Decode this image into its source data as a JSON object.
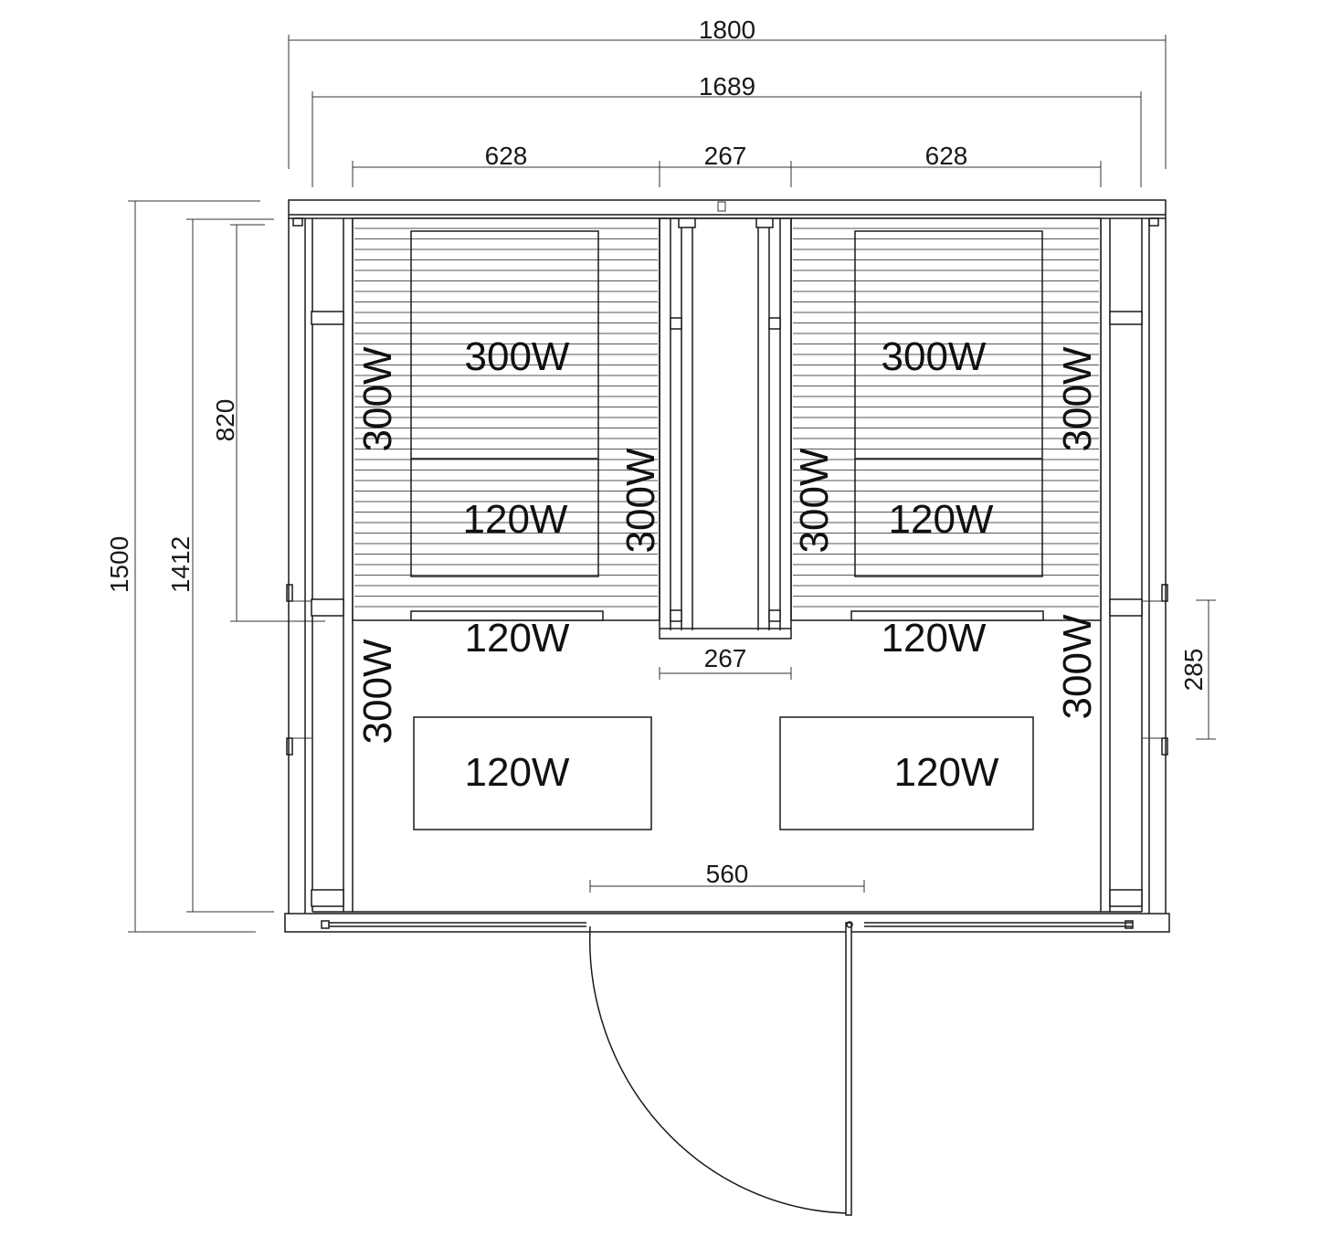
{
  "dimensions": {
    "overall_width": "1800",
    "inner_width": "1689",
    "left_bench_width": "628",
    "center_width_top": "267",
    "right_bench_width": "628",
    "center_width_bottom": "267",
    "door_width": "560",
    "overall_depth": "1500",
    "inner_depth": "1412",
    "bench_depth": "820",
    "side_panel": "285"
  },
  "heaters": {
    "left_bench_top": "300W",
    "left_bench_bottom": "120W",
    "left_wall_upper": "300W",
    "left_center_wall": "300W",
    "left_bench_front": "120W",
    "left_wall_lower": "300W",
    "left_floor": "120W",
    "right_bench_top": "300W",
    "right_bench_bottom": "120W",
    "right_wall_upper": "300W",
    "right_center_wall": "300W",
    "right_bench_front": "120W",
    "right_wall_lower": "300W",
    "right_floor": "120W"
  }
}
